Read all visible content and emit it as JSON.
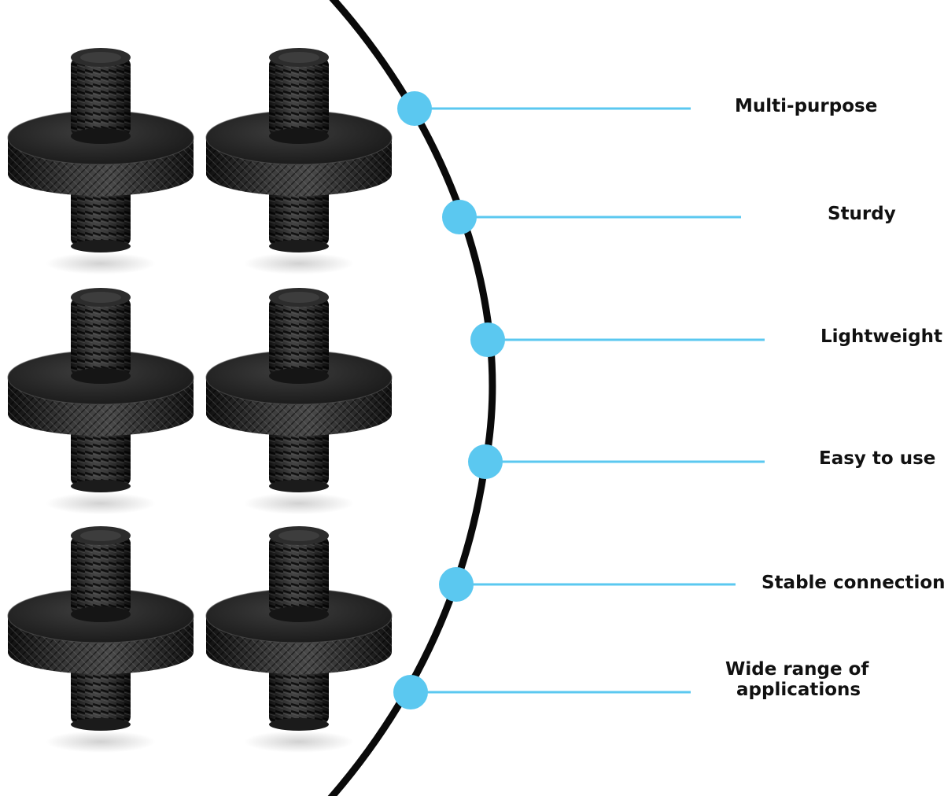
{
  "features": [
    {
      "label": "Multi-purpose"
    },
    {
      "label": "Sturdy"
    },
    {
      "label": "Lightweight"
    },
    {
      "label": "Easy to use"
    },
    {
      "label": "Stable connection"
    },
    {
      "label": "Wide range of applications",
      "lines": [
        "Wide range of",
        "applications"
      ]
    }
  ],
  "product": {
    "count": 6,
    "description": "screw adapters"
  },
  "colors": {
    "accent": "#5bc8f0",
    "arc": "#0a0a0a",
    "metal_dark": "#1a1a1a",
    "metal_mid": "#3a3a3a",
    "metal_light": "#6a6a6a",
    "text": "#111111",
    "background": "#ffffff"
  },
  "icons": [
    "screw-adapter-icon",
    "callout-dot-icon"
  ]
}
